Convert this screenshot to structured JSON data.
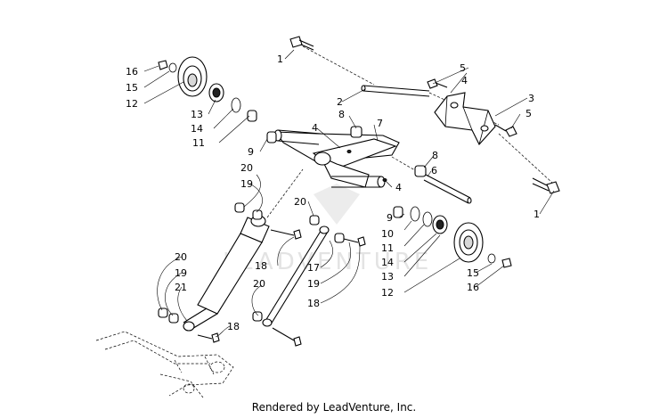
{
  "watermark": "LEADVENTURE",
  "footer": "Rendered by LeadVenture, Inc.",
  "callouts": [
    "1",
    "2",
    "3",
    "4",
    "5",
    "6",
    "7",
    "8",
    "9",
    "10",
    "11",
    "12",
    "13",
    "14",
    "15",
    "16",
    "17",
    "18",
    "19",
    "20",
    "21"
  ]
}
